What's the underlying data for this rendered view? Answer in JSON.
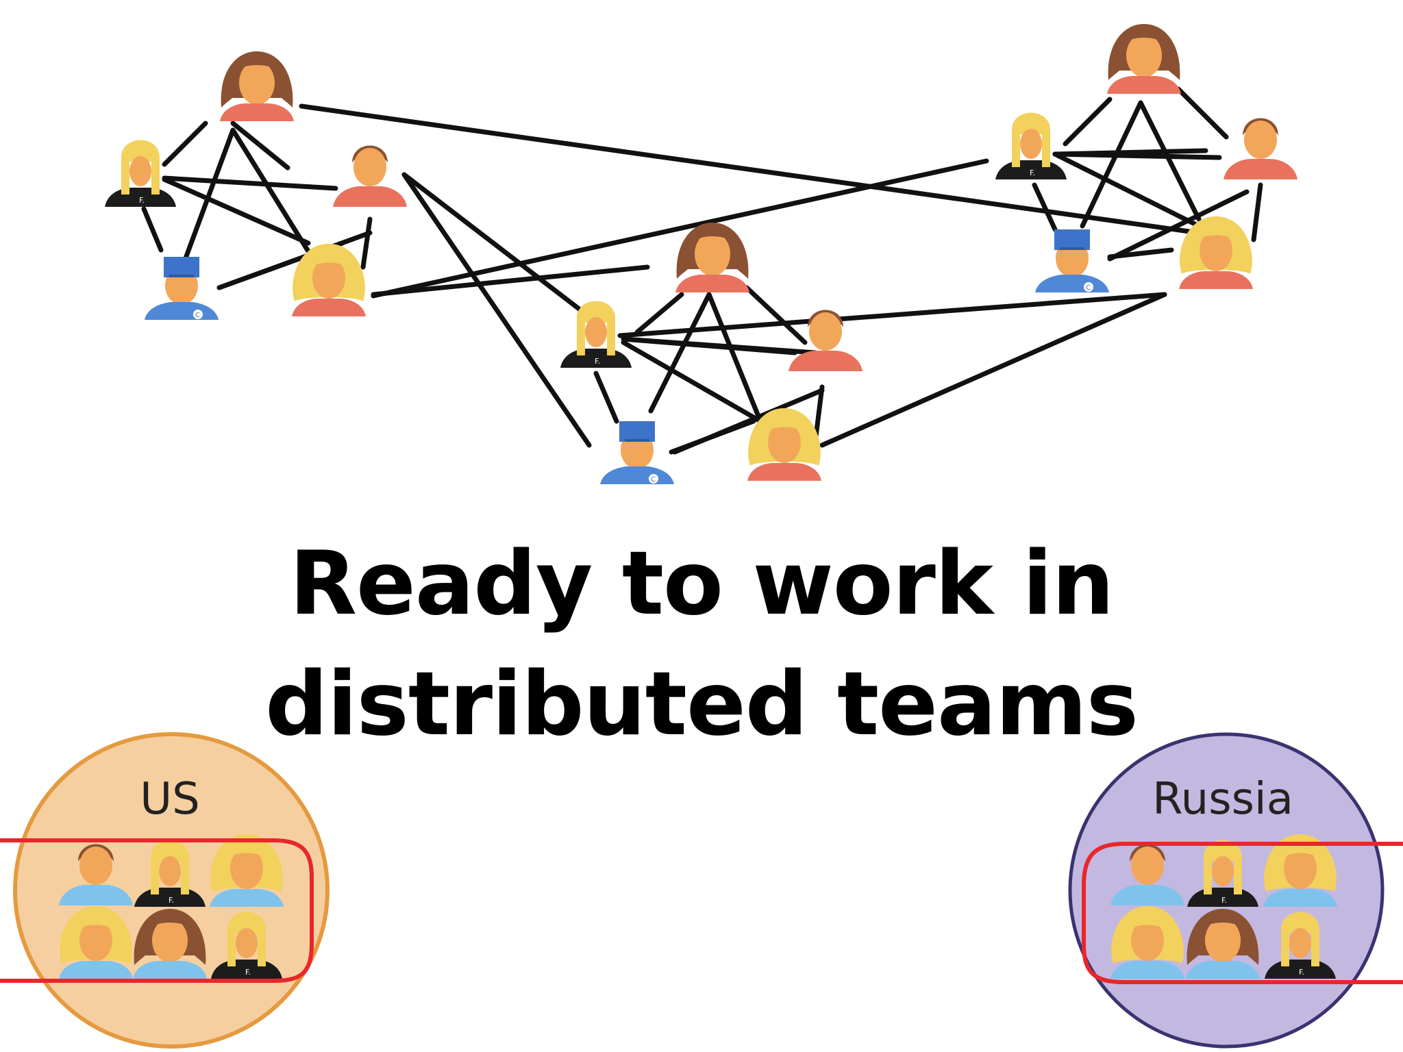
{
  "title": {
    "line1": "Ready to work in",
    "line2": "distributed teams"
  },
  "regions": {
    "left": {
      "label": "US",
      "fill": "#f6cfa0",
      "stroke": "#e59a3f"
    },
    "right": {
      "label": "Russia",
      "fill": "#c3b8e0",
      "stroke": "#3b3370"
    }
  },
  "colors": {
    "team_outline": "#e8262b",
    "links": "#111111",
    "skin": "#f2a65a",
    "shirt_red": "#e9725f",
    "shirt_blue": "#4f88d6",
    "shirt_light": "#7fc3ec",
    "shirt_black": "#1c1c1c",
    "hair_brown": "#8a5233",
    "hair_blond": "#f2d15c",
    "cap_blue": "#3d73c8"
  },
  "teams": [
    {
      "name": "team-left",
      "members": [
        "brown-hair-woman",
        "blond-long-hair-person",
        "man-in-red",
        "cap-man",
        "blond-curly-woman"
      ]
    },
    {
      "name": "team-center",
      "members": [
        "brown-hair-woman",
        "blond-long-hair-person",
        "man-in-red",
        "cap-man",
        "blond-curly-woman"
      ]
    },
    {
      "name": "team-right",
      "members": [
        "brown-hair-woman",
        "blond-long-hair-person",
        "man-in-red",
        "cap-man",
        "blond-curly-woman"
      ]
    }
  ],
  "icons": {
    "person": "person-icon"
  }
}
